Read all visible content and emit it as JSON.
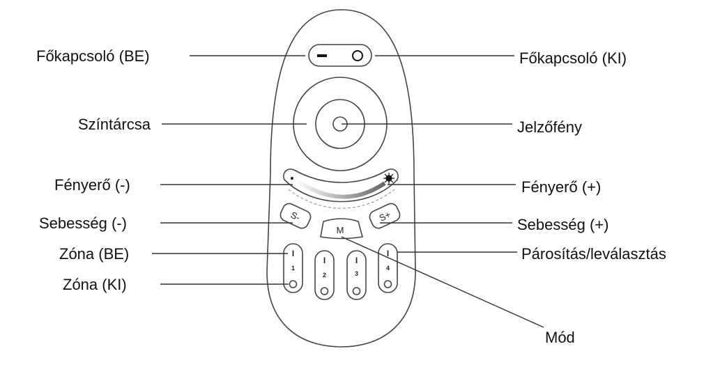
{
  "labels": {
    "power_on": "Főkapcsoló (BE)",
    "power_off": "Főkapcsoló (KI)",
    "color_wheel": "Színtárcsa",
    "indicator": "Jelzőfény",
    "brightness_down": "Fényerő (-)",
    "brightness_up": "Fényerő (+)",
    "speed_down": "Sebesség (-)",
    "speed_up": "Sebesség (+)",
    "zone_on": "Zóna (BE)",
    "zone_off": "Zóna (KI)",
    "pairing": "Párosítás/leválasztás",
    "mode": "Mód"
  },
  "remote": {
    "speed_down_key": "S-",
    "speed_up_key": "S+",
    "mode_key": "M",
    "zones": [
      "1",
      "2",
      "3",
      "4"
    ],
    "on_glyph": "I"
  }
}
